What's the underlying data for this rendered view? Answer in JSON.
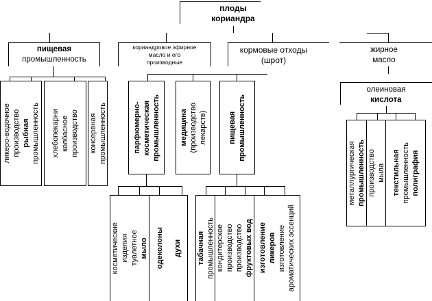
{
  "root": {
    "lines": [
      "плоды",
      "кориандра"
    ]
  },
  "level2": {
    "food": [
      "пищевая",
      "промышленность"
    ],
    "essential_oil": [
      "кориандровое эфирное",
      "масло и его",
      "производные"
    ],
    "feed": [
      "кормовые отходы",
      "(шрот)"
    ],
    "fat_oil": [
      "жирное",
      "масло"
    ]
  },
  "food_children": [
    [
      "ликеро-водочное",
      "производство",
      "рыбная",
      "промышленность"
    ],
    [
      "хлебопекарни",
      "колбасное",
      "производство"
    ],
    [
      "консервная",
      "промышленность"
    ]
  ],
  "essential_children": [
    [
      "парфюмерно-",
      "косметическая",
      "промышленность"
    ],
    [
      "медицина",
      "(производство",
      "лекарств)"
    ],
    [
      "пищевая",
      "промышленность"
    ]
  ],
  "perfume_children": [
    [
      "косметические",
      "изделия",
      "туалетное",
      "мыло"
    ],
    [
      "одеколоны",
      "духи"
    ]
  ],
  "food2_children": [
    [
      "табачная",
      "промышленность"
    ],
    [
      "кондитерское",
      "производство",
      "производство",
      "фруктовых вод"
    ],
    [
      "изготовление",
      "ликеров",
      "изготовление",
      "ароматических эссенций"
    ]
  ],
  "oleic": {
    "lines": [
      "олеиновая",
      "кислота"
    ]
  },
  "oleic_children": [
    [
      "металлургическая",
      "промышленность"
    ],
    [
      "производство",
      "мыла"
    ],
    [
      "текстильная",
      "промышленность",
      "полиграфия"
    ]
  ]
}
